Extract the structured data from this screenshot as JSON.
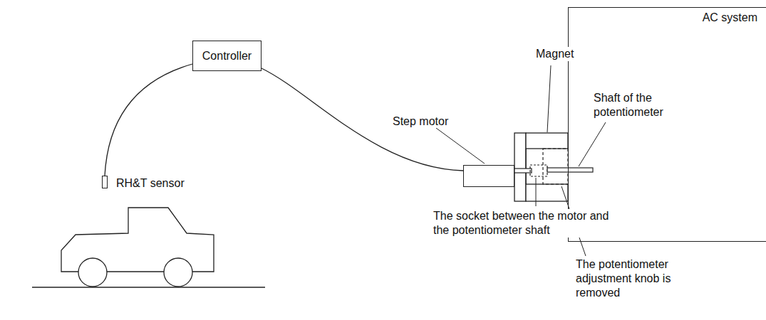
{
  "diagram": {
    "nodes": [
      {
        "text": [
          "Controller"
        ]
      },
      {
        "text": [
          "RH&T sensor"
        ]
      },
      {
        "text": [
          "Step motor"
        ]
      },
      {
        "text": [
          "AC system"
        ]
      }
    ],
    "edges": [
      {
        "from": 0,
        "to": 1,
        "arrow": "none"
      },
      {
        "from": 0,
        "to": 2,
        "arrow": "none"
      }
    ],
    "labels": [
      "Magnet",
      "Shaft of the potentiometer",
      "The socket between the motor and the potentiometer shaft",
      "The potentiometer adjustment knob is removed"
    ]
  }
}
